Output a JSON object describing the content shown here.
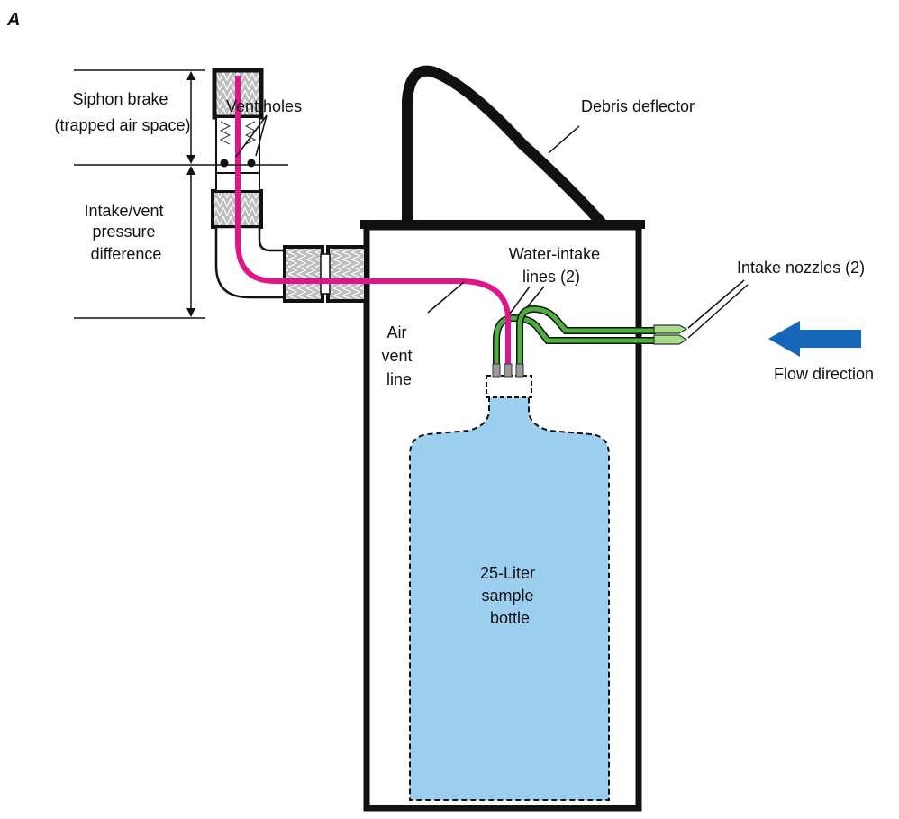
{
  "panel_label": "A",
  "labels": {
    "siphon_brake": [
      "Siphon brake",
      "(trapped air space)"
    ],
    "vent_holes": "Vent holes",
    "intake_vent": [
      "Intake/vent",
      "pressure",
      "difference"
    ],
    "debris_deflector": "Debris deflector",
    "water_intake_lines": [
      "Water-intake",
      "lines (2)"
    ],
    "intake_nozzles": "Intake nozzles (2)",
    "air_vent_line": [
      "Air",
      "vent",
      "line"
    ],
    "flow_direction": "Flow direction",
    "bottle": [
      "25-Liter",
      "sample",
      "bottle"
    ]
  },
  "colors": {
    "air_vent_line": "#e0158a",
    "water_intake_lines": "#4caf3f",
    "nozzle": "#a6dc8a",
    "bottle": "#9ccfef",
    "flow_arrow": "#1565b8",
    "fitting": "#b8b8b8",
    "outline": "#111111"
  },
  "icons": {
    "flow_arrow": "left-arrow-icon",
    "dimension_arrows": "double-headed-arrow-icon"
  }
}
